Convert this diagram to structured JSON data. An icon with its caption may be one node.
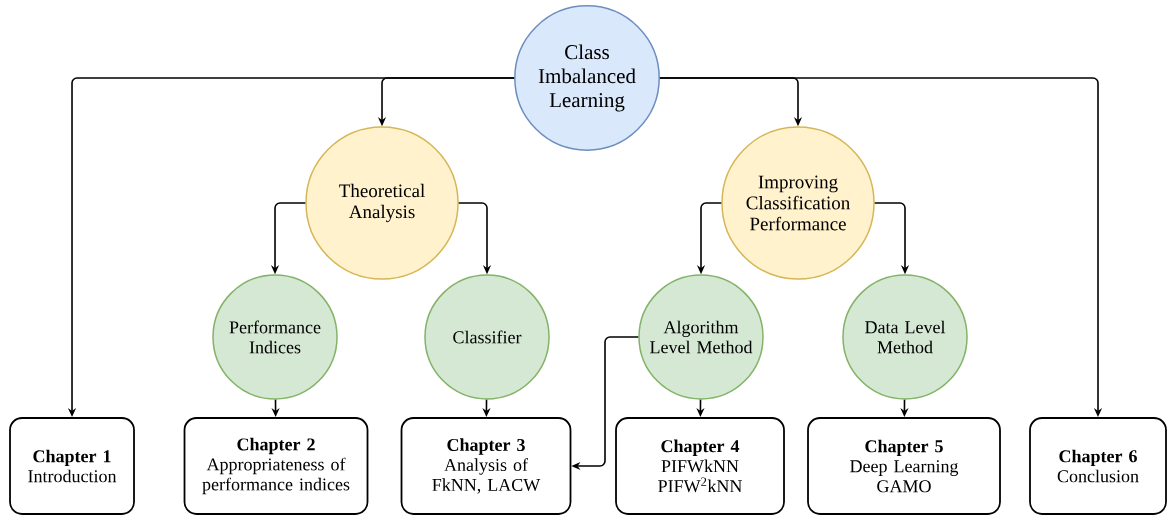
{
  "diagram": {
    "nodes": [
      {
        "text": [
          "Class Imbalanced Learning"
        ]
      },
      {
        "text": [
          "Theoretical Analysis"
        ]
      },
      {
        "text": [
          "Improving Classification Performance"
        ]
      },
      {
        "text": [
          "Performance Indices"
        ]
      },
      {
        "text": [
          "Classifier"
        ]
      },
      {
        "text": [
          "Algorithm Level Method"
        ]
      },
      {
        "text": [
          "Data Level Method"
        ]
      },
      {
        "text": [
          "Chapter 1",
          "Introduction"
        ]
      },
      {
        "text": [
          "Chapter 2",
          "Appropriateness of performance indices"
        ]
      },
      {
        "text": [
          "Chapter 3",
          "Analysis of FkNN, LACW"
        ]
      },
      {
        "text": [
          "Chapter 4",
          "PIFWkNN",
          "PIFW$^{2}$kNN"
        ]
      },
      {
        "text": [
          "Chapter 5",
          "Deep Learning",
          "GAMO"
        ]
      },
      {
        "text": [
          "Chapter 6",
          "Conclusion"
        ]
      }
    ],
    "edges": [
      {
        "from": 0,
        "to": 7,
        "arrow": "to"
      },
      {
        "from": 0,
        "to": 1,
        "arrow": "to"
      },
      {
        "from": 0,
        "to": 2,
        "arrow": "to"
      },
      {
        "from": 0,
        "to": 12,
        "arrow": "to"
      },
      {
        "from": 1,
        "to": 3,
        "arrow": "to"
      },
      {
        "from": 1,
        "to": 4,
        "arrow": "to"
      },
      {
        "from": 2,
        "to": 5,
        "arrow": "to"
      },
      {
        "from": 2,
        "to": 6,
        "arrow": "to"
      },
      {
        "from": 3,
        "to": 8,
        "arrow": "to"
      },
      {
        "from": 4,
        "to": 9,
        "arrow": "to"
      },
      {
        "from": 5,
        "to": 10,
        "arrow": "to"
      },
      {
        "from": 5,
        "to": 9,
        "arrow": "to"
      },
      {
        "from": 6,
        "to": 11,
        "arrow": "to"
      }
    ]
  }
}
